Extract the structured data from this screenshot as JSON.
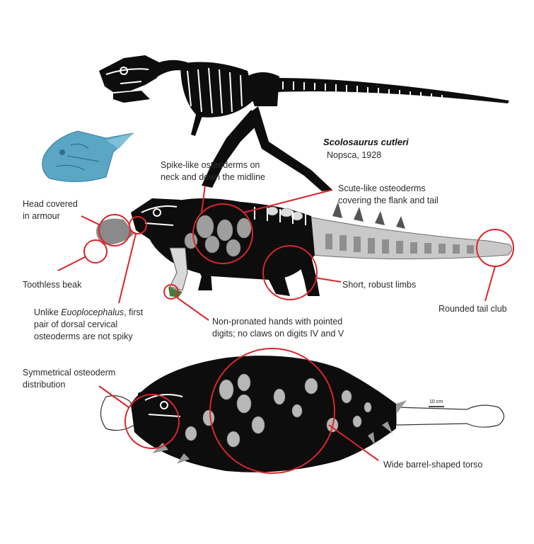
{
  "species": {
    "name": "Scolosaurus cutleri",
    "author": "Nopsca, 1928"
  },
  "labels": {
    "spike_osteoderms": [
      "Spike-like osteoderms on",
      "neck and down the midline"
    ],
    "scute_osteoderms": [
      "Scute-like osteoderms",
      "covering the flank and tail"
    ],
    "head_armour": [
      "Head covered",
      "in armour"
    ],
    "beak": "Toothless beak",
    "limbs": "Short, robust limbs",
    "tail_club": "Rounded tail club",
    "cervical_prefix": "Unlike ",
    "cervical_genus": "Euoplocephalus",
    "cervical_suffix": ", first",
    "cervical_line2": "pair of dorsal cervical",
    "cervical_line3": "osteoderms are not spiky",
    "hands": [
      "Non-pronated hands with pointed",
      "digits; no claws on digits IV and V"
    ],
    "symmetry": [
      "Symmetrical osteoderm",
      "distribution"
    ],
    "torso": "Wide barrel-shaped torso"
  },
  "scale_bar": "10 cm",
  "colors": {
    "annotation_red": "#d9262b",
    "bone_black": "#0d0d0d",
    "osteoderm_grey": "#a9a9a9",
    "head_blue": "#5aa6c4"
  }
}
